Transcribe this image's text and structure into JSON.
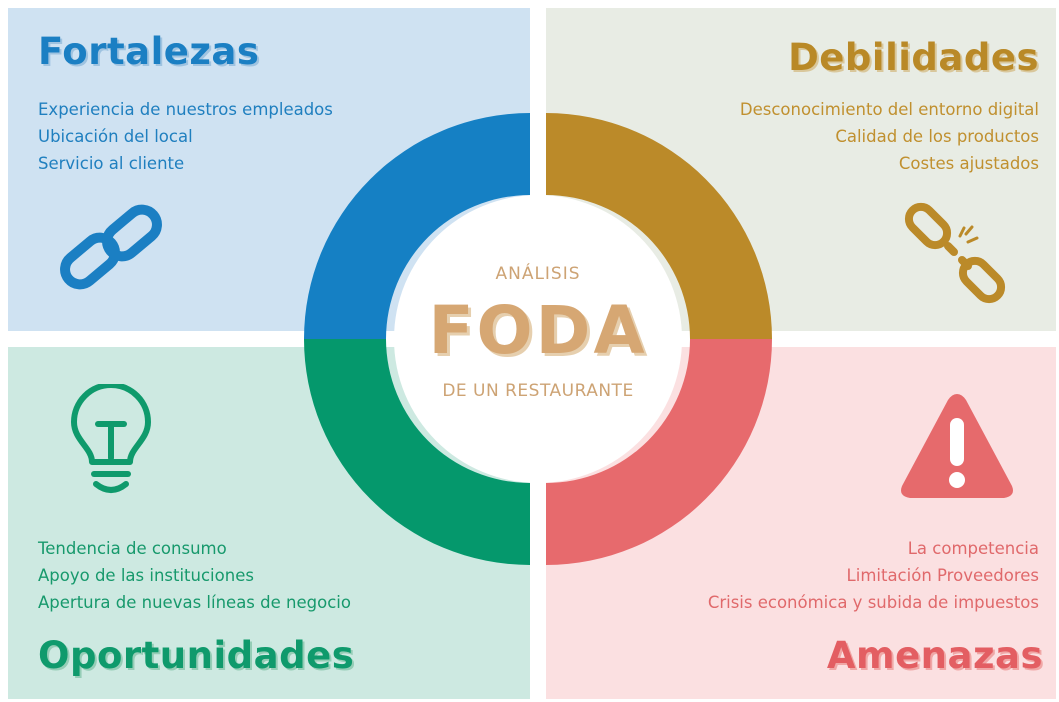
{
  "center": {
    "top_label": "ANÁLISIS",
    "title": "FODA",
    "subtitle": "DE UN RESTAURANTE"
  },
  "quadrants": {
    "fortalezas": {
      "title": "Fortalezas",
      "items": [
        "Experiencia de nuestros empleados",
        "Ubicación del local",
        "Servicio al cliente"
      ],
      "icon": "chain-link-icon",
      "color": "#1b7fc3"
    },
    "debilidades": {
      "title": "Debilidades",
      "items": [
        "Desconocimiento del entorno digital",
        "Calidad de los productos",
        "Costes ajustados"
      ],
      "icon": "broken-chain-icon",
      "color": "#b98927"
    },
    "oportunidades": {
      "title": "Oportunidades",
      "items": [
        "Tendencia de consumo",
        "Apoyo de las instituciones",
        "Apertura de nuevas líneas de negocio"
      ],
      "icon": "lightbulb-icon",
      "color": "#0f9a6c"
    },
    "amenazas": {
      "title": "Amenazas",
      "items": [
        "La competencia",
        "Limitación Proveedores",
        "Crisis económica y subida de impuestos"
      ],
      "icon": "warning-icon",
      "color": "#e35e62"
    }
  }
}
